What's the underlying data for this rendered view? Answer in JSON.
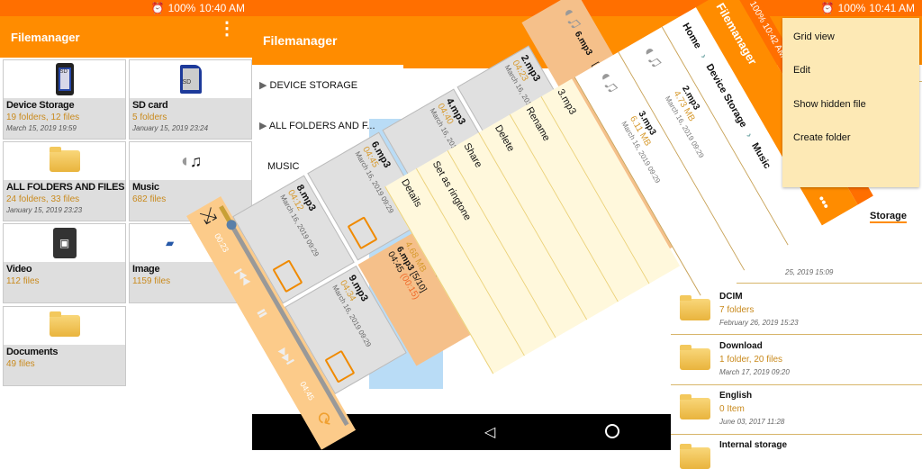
{
  "left": {
    "status": {
      "battery": "100%",
      "time": "10:40 AM"
    },
    "title": "Filemanager",
    "tiles": [
      {
        "name": "Device Storage",
        "info": "19 folders, 12 files",
        "date": "March 15, 2019 19:59",
        "icon": "phone-sd-icon"
      },
      {
        "name": "SD card",
        "info": "5 folders",
        "date": "January 15, 2019 23:24",
        "icon": "sd-card-icon"
      },
      {
        "name": "ALL FOLDERS AND FILES",
        "info": "24 folders, 33 files",
        "date": "January 15, 2019 23:23",
        "icon": "folder-icon"
      },
      {
        "name": "Music",
        "info": "682 files",
        "icon": "music-icon"
      },
      {
        "name": "Video",
        "info": "112 files",
        "icon": "video-file-icon"
      },
      {
        "name": "Image",
        "info": "1159 files",
        "icon": "image-icon"
      },
      {
        "name": "Documents",
        "info": "49 files",
        "icon": "folder-icon"
      }
    ]
  },
  "middle": {
    "title": "Filemanager",
    "tree": [
      "DEVICE STORAGE",
      "ALL FOLDERS AND F...",
      "MUSIC"
    ]
  },
  "phone_a": {
    "status": {
      "battery": "100%",
      "time": "10:42 AM"
    },
    "title": "Filemanager",
    "breadcrumb": [
      "Home",
      "Device Storage",
      "Music"
    ],
    "rows": [
      {
        "name": "2.mp3",
        "size": "4.73 MB",
        "date": "March 16, 2019 09:29"
      },
      {
        "name": "3.mp3",
        "size": "6.11 MB",
        "date": "March 16, 2019 09:29"
      }
    ],
    "context_menu": {
      "title": "3.mp3",
      "items": [
        "Rename",
        "Delete",
        "Share",
        "Set as ringtone",
        "Details"
      ]
    }
  },
  "phone_b": {
    "now_playing": {
      "name": "6.mp3",
      "index": "[5/10]"
    },
    "cards": [
      {
        "name": "2.mp3",
        "duration": "04:23",
        "date": "March 16, 2019 09:29"
      },
      {
        "name": "4.mp3",
        "duration": "04:40",
        "date": "March 16, 2019 09:29"
      },
      {
        "name": "6.mp3",
        "duration": "04:45",
        "date": "March 16, 2019 09:29"
      },
      {
        "name": "8.mp3",
        "duration": "04:12",
        "date": "March 16, 2019 09:29"
      },
      {
        "name": "9.mp3",
        "duration": "04:34",
        "date": "March 16, 2019 09:29"
      }
    ],
    "playing_card": {
      "name": "8.mp3",
      "size": "4.68 MB",
      "track": "6.mp3",
      "index": "[5/10]",
      "duration": "04:45",
      "elapsed": "(00:15)"
    },
    "player": {
      "position": "00:23",
      "total": "04:45"
    }
  },
  "right": {
    "status": {
      "battery": "100%",
      "time": "10:41 AM"
    },
    "tab": "Storage",
    "overflow_menu": [
      "Grid view",
      "Edit",
      "Show hidden file",
      "Create folder"
    ],
    "partial_date": "25, 2019 15:09",
    "list": [
      {
        "name": "DCIM",
        "info": "7 folders",
        "date": "February 26, 2019 15:23"
      },
      {
        "name": "Download",
        "info": "1 folder, 20 files",
        "date": "March 17, 2019 09:20"
      },
      {
        "name": "English",
        "info": "0 Item",
        "date": "June 03, 2017 11:28"
      },
      {
        "name": "Internal storage"
      }
    ]
  },
  "colors": {
    "status": "#ff6f00",
    "appbar": "#ff8c00",
    "accent_text": "#c98a1d",
    "menu_bg": "#fde9b5",
    "player_bg": "#fccb8a"
  }
}
